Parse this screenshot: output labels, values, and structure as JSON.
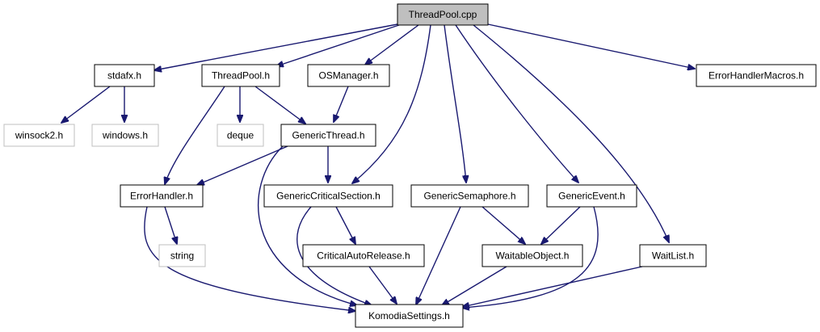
{
  "graph": {
    "edge_color": "#191970",
    "root_fill": "#bfbfbf",
    "external_border": "#bfbfbf",
    "nodes": {
      "threadpool_cpp": "ThreadPool.cpp",
      "stdafx_h": "stdafx.h",
      "threadpool_h": "ThreadPool.h",
      "osmanager_h": "OSManager.h",
      "errorhandlermacros_h": "ErrorHandlerMacros.h",
      "winsock2_h": "winsock2.h",
      "windows_h": "windows.h",
      "deque": "deque",
      "genericthread_h": "GenericThread.h",
      "errorhandler_h": "ErrorHandler.h",
      "genericcriticalsection_h": "GenericCriticalSection.h",
      "genericsemaphore_h": "GenericSemaphore.h",
      "genericevent_h": "GenericEvent.h",
      "string": "string",
      "criticalautorelease_h": "CriticalAutoRelease.h",
      "waitableobject_h": "WaitableObject.h",
      "waitlist_h": "WaitList.h",
      "komodiasettings_h": "KomodiaSettings.h"
    }
  }
}
